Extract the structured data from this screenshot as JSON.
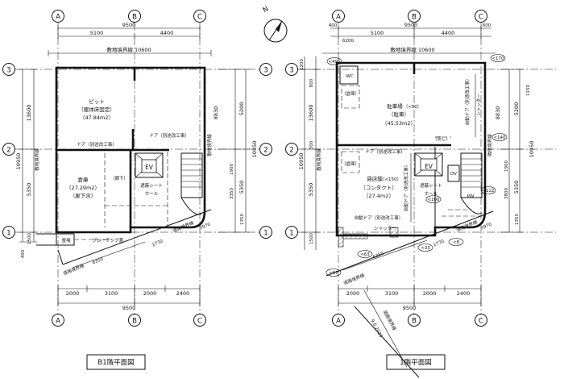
{
  "grid_labels": {
    "a": "A",
    "b": "B",
    "c": "C",
    "r1": "1",
    "r2": "2",
    "r3": "3"
  },
  "north_label": "N",
  "dims": {
    "total_width": "9500",
    "span_ab": "5100",
    "span_bc": "4400",
    "boundary_width": "敷地境界線 10600",
    "bottom_2000": "2000",
    "bottom_3100": "3100",
    "bottom_2000b": "2000",
    "bottom_2400": "2400",
    "vert_13600": "13600",
    "vert_5200": "5200",
    "vert_8830": "8830",
    "vert_10950": "10950",
    "vert_3350": "3350",
    "vert_5350": "5350",
    "vert_1500": "1500",
    "vert_1350": "1350",
    "diag_6350": "6350",
    "diag_1770": "1770",
    "diag_3970": "3970",
    "left_400": "400",
    "left_1200": "1200",
    "f1_6200": "6200",
    "f1_400": "400",
    "f1_600": "600",
    "f1_800": "800",
    "f1_1900": "1900",
    "f1_3800": "3800",
    "f1_300": "300",
    "f1_1150": "1150"
  },
  "b1": {
    "title": "B1階平面図",
    "pit_name": "ピット",
    "pit_sub": "（躯体床固定）",
    "pit_area": "（47.84m2）",
    "storage_name": "倉庫",
    "storage_area": "（27.29m2）",
    "storage_sub": "（廊下含）",
    "corridor": "（廊下）",
    "door1": "ドア（別途改工事）",
    "door2": "ドア（別途改工事）",
    "ev": "EV",
    "sheet": "遮蔽シート",
    "hall": "ホール",
    "bottom_note1": "釜場",
    "bottom_note2": "グレーチング蓋",
    "boundary_1": "敷地境界線",
    "boundary_2": "道路境界線",
    "boundary_3": "道路境界線"
  },
  "f1": {
    "title": "1階平面図",
    "parking_name": "駐車場",
    "parking_no": "（<50）",
    "parking_sub": "（駐車）",
    "parking_area": "（45.53m2）",
    "shop_name": "貸店舗",
    "shop_no": "（<150）",
    "shop_sub": "（コンタクト）",
    "shop_area": "（27.4m2）",
    "storage1": "（倉庫）",
    "storage2": "（倉庫）",
    "sink": "（流し）",
    "door": "ドア（別途改工事）",
    "auto_door": "自動ドア（別途改工事）",
    "shutter": "シャッター",
    "auto_door_v": "自動ドア（別途改工事）",
    "auto_door_v2": "自動ドア（別途改工事）",
    "ev": "EV",
    "sheet": "遮蔽シート",
    "hall": "ホール",
    "wc": "WC",
    "dv": "DV",
    "pw": "PW",
    "shutter_v": "シャッター",
    "lvl_100": "<100",
    "lvl_63": "<63",
    "lvl_67": "<67",
    "lvl_33": "<33",
    "lvl_8": "<8",
    "lvl_122": "<122",
    "lvl_170": "<170",
    "lvl_140": "<140",
    "lvl_a": "<495",
    "boundary_a": "敷地境界線",
    "boundary_b": "道路境界線",
    "boundary_c": "道路境界線",
    "boundary_d": "隣地境界線",
    "road_text": "9.6.2020",
    "road_label": "道路境界線"
  }
}
